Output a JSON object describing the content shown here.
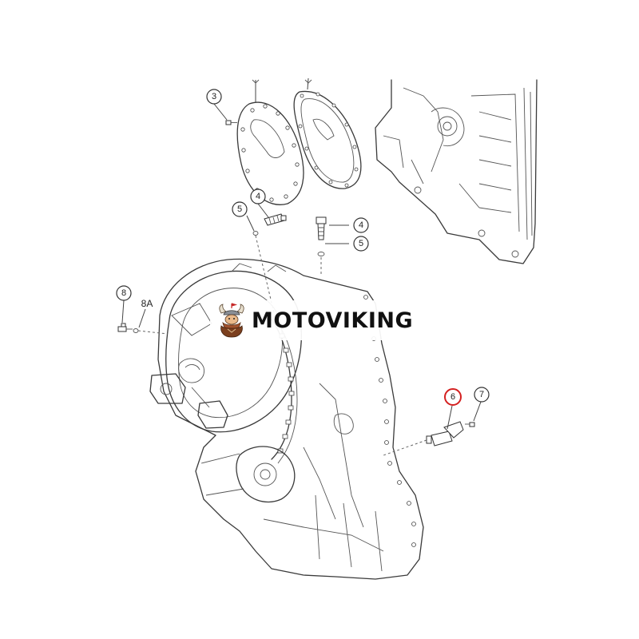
{
  "callouts": {
    "c3": "3",
    "c4a": "4",
    "c5a": "5",
    "c4b": "4",
    "c5b": "5",
    "c8": "8",
    "c8a": "8A",
    "c6": "6",
    "c7": "7"
  },
  "highlight_color": "#d42020",
  "watermark": {
    "text": "MOTOVIKING",
    "logo_icon": "viking-mascot"
  }
}
